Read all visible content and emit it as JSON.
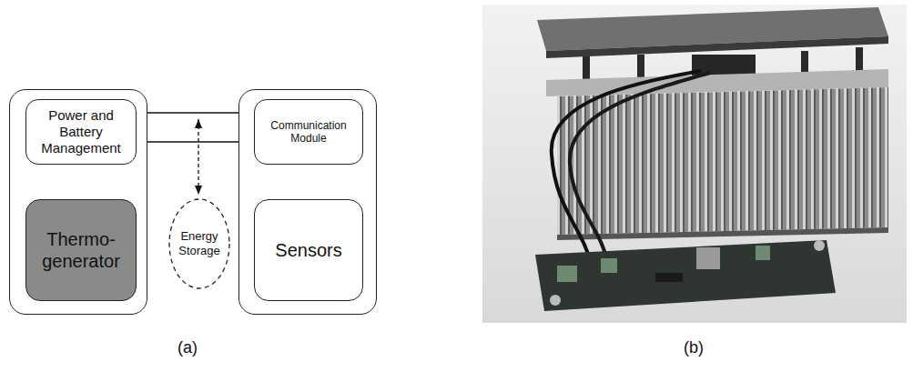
{
  "diagram": {
    "nodes": [
      {
        "text": []
      },
      {
        "text": [
          "Power and Battery Management"
        ],
        "in": 0
      },
      {
        "text": [
          "Thermo-generator"
        ],
        "in": 0
      },
      {
        "text": [
          "Energy Storage"
        ]
      },
      {
        "text": []
      },
      {
        "text": [
          "Communication Module"
        ],
        "in": 4
      },
      {
        "text": [
          "Sensors"
        ],
        "in": 4
      }
    ],
    "edges": [
      {
        "from": 1,
        "to": 5,
        "arrow": "both"
      },
      {
        "from": 1,
        "to": 5,
        "arrow": "to"
      },
      {
        "from": 2,
        "to": 1,
        "arrow": "to"
      },
      {
        "from": 6,
        "to": 5,
        "arrow": "to"
      }
    ],
    "labels": [
      "(a)",
      "(b)"
    ]
  }
}
